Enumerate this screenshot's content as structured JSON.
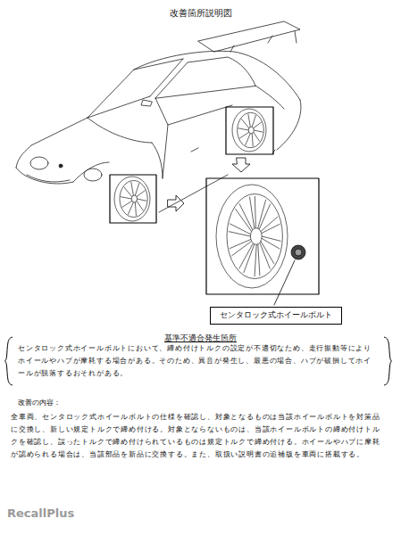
{
  "diagram": {
    "title": "改善箇所説明図",
    "nodes": [
      {
        "text": [
          "センタロック式ホイールボルト"
        ]
      }
    ],
    "labels": [
      "基準不適合発生箇所",
      "センタロック式ホイールボルトにおいて、締め付けトルクの設定が不適切なため、走行振動等によりホイールやハブが摩耗する場合がある。そのため、異音が発生し、最悪の場合、ハブが破損してホイールが脱落するおそれがある。",
      "改善の内容：",
      "全車両、センタロック式ホイールボルトの仕様を確認し、対象となるものは当該ホイールボルトを対策品に交換し、新しい規定トルクで締め付ける。対象とならないものは、当該ホイールボルトの締め付けトルクを確認し、誤ったトルクで締め付けられているものは規定トルクで締め付ける。ホイールやハブに摩耗が認められる場合は、当該部品を新品に交換する。また、取扱い説明書の追補版を車両に搭載する。",
      "RecallPlus"
    ]
  }
}
